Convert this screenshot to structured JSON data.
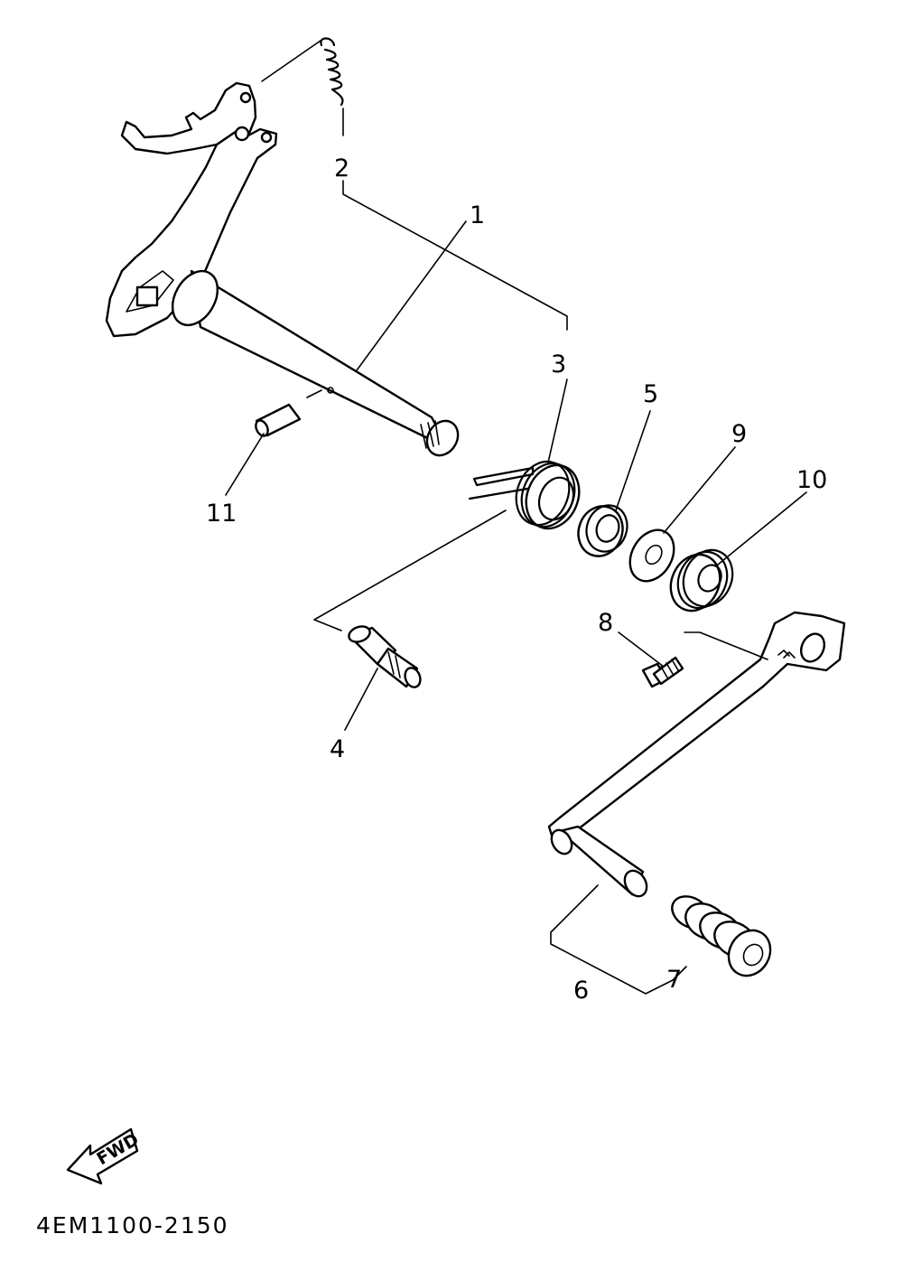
{
  "diagram": {
    "part_numbers": [
      "1",
      "2",
      "3",
      "4",
      "5",
      "6",
      "7",
      "8",
      "9",
      "10",
      "11"
    ],
    "fwd_label": "FWD",
    "drawing_code": "4EM1100-2150"
  }
}
